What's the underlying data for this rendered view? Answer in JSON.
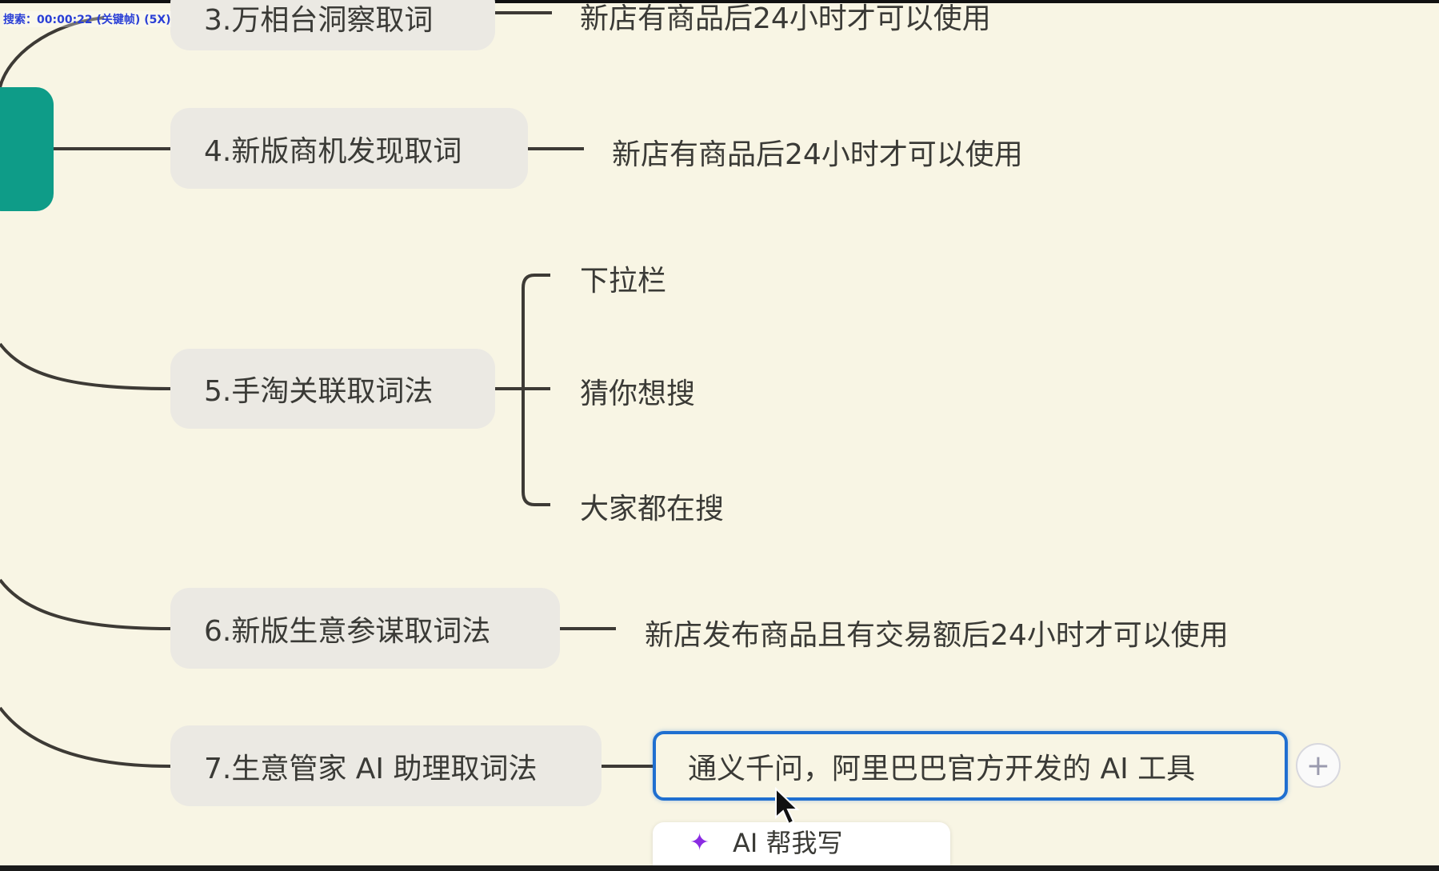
{
  "recording_overlay": "搜索：00:00:22 (关键帧) (5X)",
  "nodes": [
    {
      "label": "3.万相台洞察取词",
      "note": "新店有商品后24小时才可以使用"
    },
    {
      "label": "4.新版商机发现取词",
      "note": "新店有商品后24小时才可以使用"
    },
    {
      "label": "5.手淘关联取词法",
      "children": [
        "下拉栏",
        "猜你想搜",
        "大家都在搜"
      ]
    },
    {
      "label": "6.新版生意参谋取词法",
      "note": "新店发布商品且有交易额后24小时才可以使用"
    },
    {
      "label": "7.生意管家 AI 助理取词法",
      "note": "通义千问，阿里巴巴官方开发的 AI 工具"
    }
  ],
  "add_button": "+",
  "popup": {
    "icon": "ai-sparkle-icon",
    "label": "AI 帮我写"
  },
  "colors": {
    "root": "#0e9c88",
    "selection": "#1f6fd0",
    "background": "#f8f5e4",
    "node": "#ebe9e3"
  }
}
